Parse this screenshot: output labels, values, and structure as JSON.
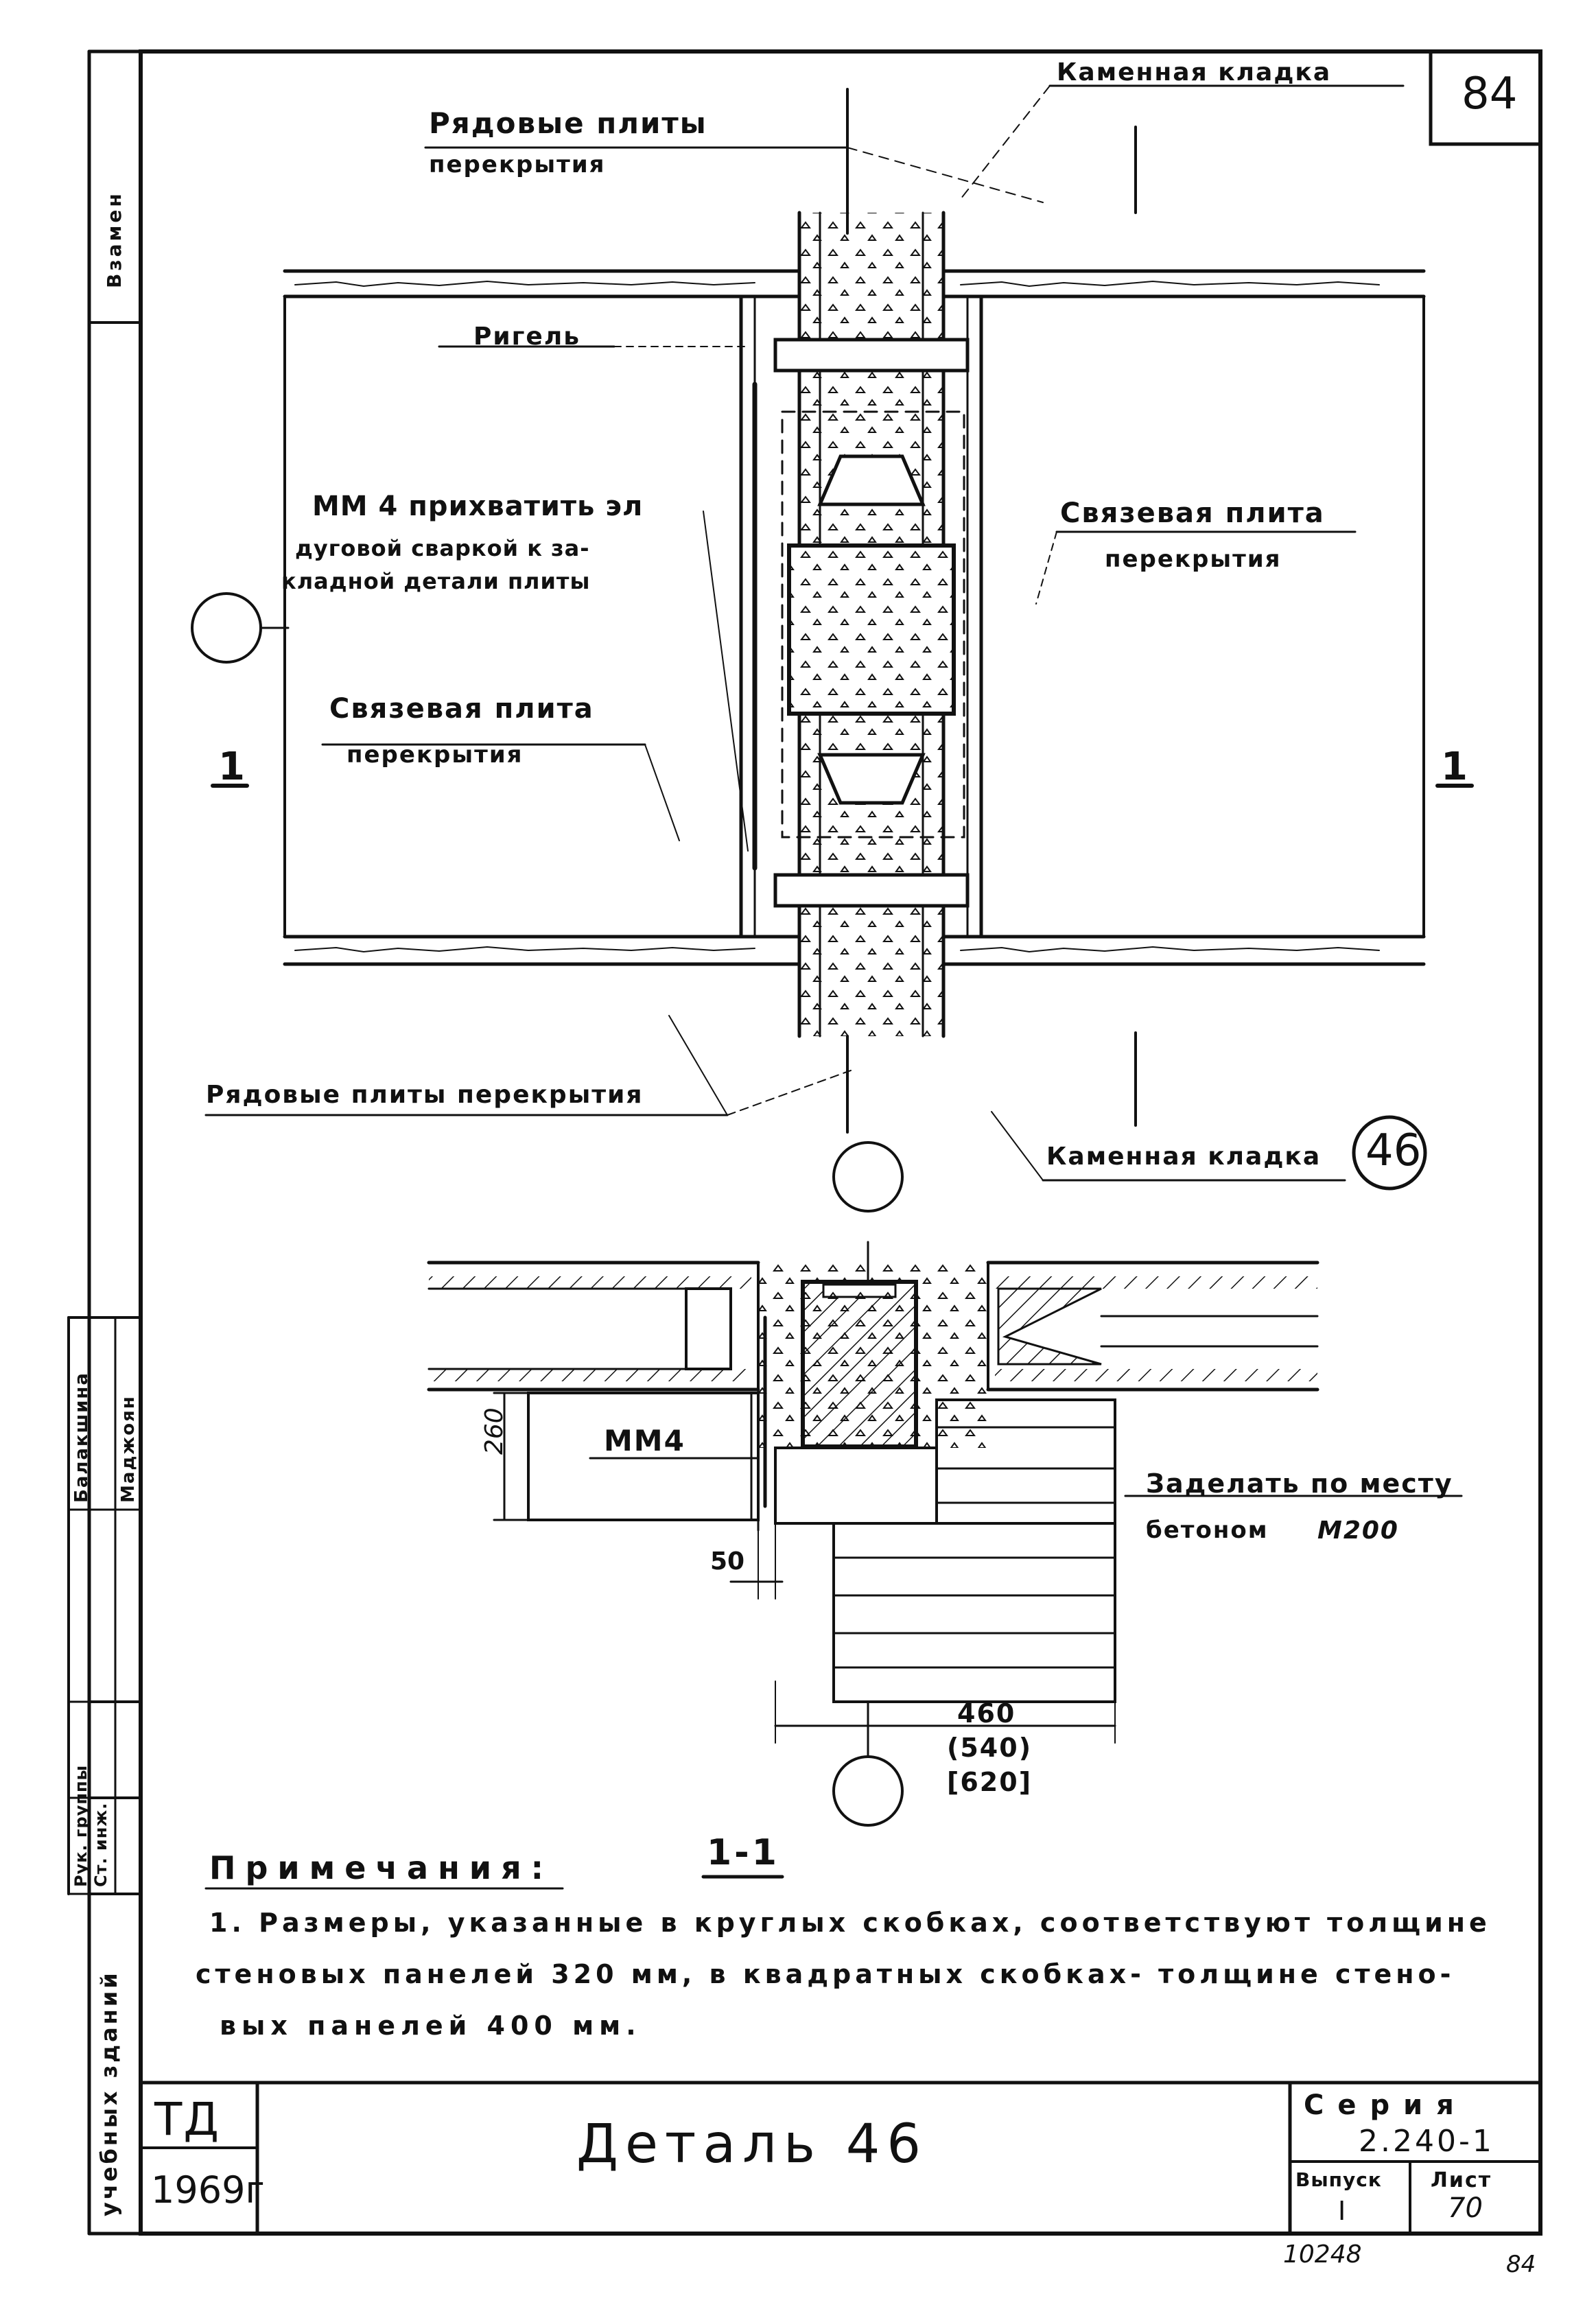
{
  "sheet": {
    "page_number": "84",
    "footer_code": "10248",
    "footer_page": "84"
  },
  "plan": {
    "label_ordinary_slabs_top_1": "Рядовые плиты",
    "label_ordinary_slabs_top_2": "перекрытия",
    "label_masonry_top": "Каменная кладка",
    "label_girder": "Ригель",
    "label_weld_1": "ММ 4 прихватить эл",
    "label_weld_2": "дуговой сваркой к за-",
    "label_weld_3": "кладной детали плиты",
    "label_tie_slab_right_1": "Связевая плита",
    "label_tie_slab_right_2": "перекрытия",
    "label_tie_slab_left_1": "Связевая плита",
    "label_tie_slab_left_2": "перекрытия",
    "label_ordinary_slabs_bottom": "Рядовые плиты перекрытия",
    "label_masonry_bottom": "Каменная кладка",
    "detail_marker": "46",
    "section_mark_left": "1",
    "section_mark_right": "1"
  },
  "section": {
    "label_mm4": "ММ4",
    "label_concrete_1": "Заделать по месту",
    "label_concrete_2": "бетоном",
    "label_concrete_grade": "М200",
    "dim_height": "260",
    "dim_offset": "50",
    "dim_width_1": "460",
    "dim_width_2": "(540)",
    "dim_width_3": "[620]",
    "section_title": "1-1"
  },
  "notes": {
    "heading": "Примечания:",
    "line_1": "1. Размеры, указанные в круглых скобках, соответствуют толщине",
    "line_2": "стеновых панелей 320 мм, в квадратных скобках- толщине стено-",
    "line_3": "вых панелей 400 мм."
  },
  "title_block": {
    "org": "ТД",
    "year": "1969г",
    "title": "Деталь 46",
    "series_label": "Серия",
    "series_value": "2.240-1",
    "issue_label": "Выпуск",
    "issue_value": "I",
    "sheet_label": "Лист",
    "sheet_value": "70"
  },
  "margin": {
    "vzamen": "Взамен",
    "buildings": "учебных зданий",
    "group_head": "Рук. группы",
    "senior_eng": "Ст. инж.",
    "name_1": "Балакшина",
    "name_2": "Маджоян"
  }
}
